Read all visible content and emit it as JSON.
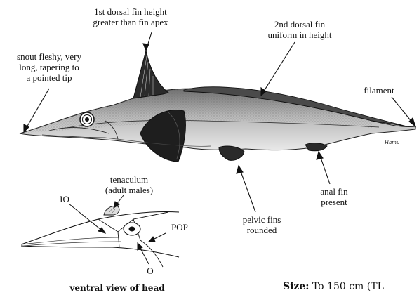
{
  "labels": {
    "first_dorsal": [
      "1st dorsal fin height",
      "greater than fin apex"
    ],
    "second_dorsal": [
      "2nd dorsal fin",
      "uniform in height"
    ],
    "snout": [
      "snout fleshy, very",
      "long, tapering to",
      "a pointed tip"
    ],
    "filament": "filament",
    "tenaculum": [
      "tenaculum",
      "(adult males)"
    ],
    "io": "IO",
    "pop": "POP",
    "o": "O",
    "pelvic": [
      "pelvic fins",
      "rounded"
    ],
    "anal": [
      "anal fin",
      "present"
    ],
    "ventral_caption": "ventral view of head",
    "size_label": "Size:",
    "size_value": " To 150 cm (TL"
  },
  "signature": "Hamu",
  "colors": {
    "ink": "#111111",
    "fin_dark": "#2a2a2a",
    "body_shade": "#9a9a9a"
  }
}
